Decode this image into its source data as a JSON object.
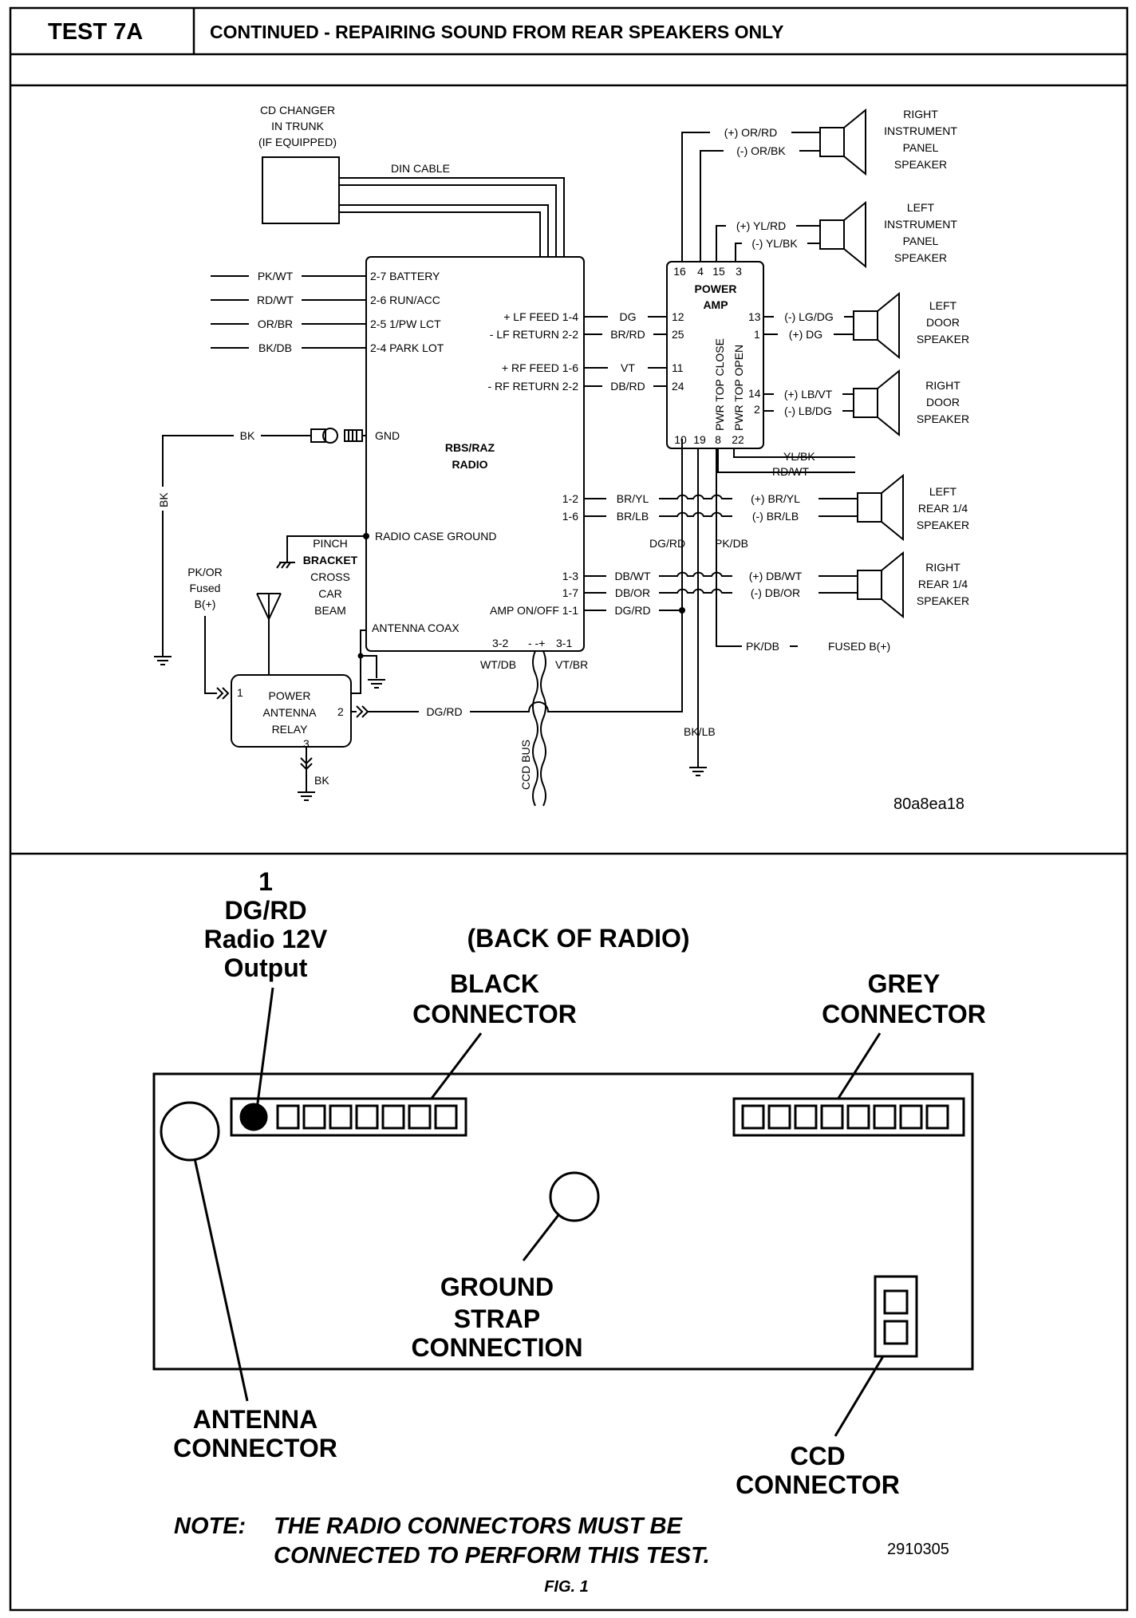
{
  "header": {
    "test_id": "TEST 7A",
    "title": "CONTINUED - REPAIRING SOUND FROM REAR SPEAKERS ONLY"
  },
  "wiring": {
    "cd_changer": [
      "CD CHANGER",
      "IN TRUNK",
      "(IF EQUIPPED)"
    ],
    "din_cable": "DIN CABLE",
    "radio_name": [
      "RBS/RAZ",
      "RADIO"
    ],
    "power_amp": [
      "POWER",
      "AMP"
    ],
    "amp_top_close": "PWR TOP CLOSE",
    "amp_top_open": "PWR TOP OPEN",
    "amp_top_pins": [
      "16",
      "4",
      "15",
      "3"
    ],
    "amp_bottom_pins": [
      "10",
      "19",
      "8",
      "22"
    ],
    "left_feeds": [
      {
        "wire": "PK/WT",
        "pin": "2-7 BATTERY"
      },
      {
        "wire": "RD/WT",
        "pin": "2-6 RUN/ACC"
      },
      {
        "wire": "OR/BR",
        "pin": "2-5 1/PW LCT"
      },
      {
        "wire": "BK/DB",
        "pin": "2-4 PARK LOT"
      }
    ],
    "gnd": {
      "wire": "BK",
      "pin": "GND",
      "vertical_wire": "BK"
    },
    "radio_case_ground": "RADIO CASE GROUND",
    "pinch_bracket": [
      "PINCH",
      "BRACKET",
      "CROSS",
      "CAR",
      "BEAM"
    ],
    "pk_or": [
      "PK/OR",
      "Fused",
      "B(+)"
    ],
    "antenna_coax": "ANTENNA COAX",
    "antenna_relay": [
      "POWER",
      "ANTENNA",
      "RELAY"
    ],
    "relay_pins": [
      "1",
      "2",
      "3"
    ],
    "relay_ground": "BK",
    "relay_wire": "DG/RD",
    "radio_outputs": [
      {
        "label": "+ LF FEED 1-4",
        "wire": "DG",
        "amp_pin": "12"
      },
      {
        "label": "- LF RETURN 2-2",
        "wire": "BR/RD",
        "amp_pin": "25"
      },
      {
        "label": "+ RF FEED 1-6",
        "wire": "VT",
        "amp_pin": "11"
      },
      {
        "label": "- RF RETURN 2-2",
        "wire": "DB/RD",
        "amp_pin": "24"
      }
    ],
    "rear_outputs": [
      {
        "pin": "1-2",
        "wire": "BR/YL"
      },
      {
        "pin": "1-6",
        "wire": "BR/LB"
      },
      {
        "pin": "1-3",
        "wire": "DB/WT"
      },
      {
        "pin": "1-7",
        "wire": "DB/OR"
      }
    ],
    "amp_on_off": {
      "label": "AMP ON/OFF 1-1",
      "wire": "DG/RD"
    },
    "bottom_pins": {
      "left": "3-2",
      "mid": "-  -+",
      "right": "3-1"
    },
    "bus_wires": [
      "WT/DB",
      "VT/BR"
    ],
    "ccd_bus": "CCD BUS",
    "dg_rd_label": "DG/RD",
    "pk_db_label": "PK/DB",
    "fused_b": {
      "wire": "PK/DB",
      "label": "FUSED B(+)"
    },
    "bk_lb": "BK/LB",
    "yl_bk": "YL/BK",
    "rd_wt": "RD/WT",
    "speakers": [
      {
        "name": [
          "RIGHT",
          "INSTRUMENT",
          "PANEL",
          "SPEAKER"
        ],
        "wire_pos": "(+) OR/RD",
        "wire_neg": "(-) OR/BK"
      },
      {
        "name": [
          "LEFT",
          "INSTRUMENT",
          "PANEL",
          "SPEAKER"
        ],
        "wire_pos": "(+) YL/RD",
        "wire_neg": "(-) YL/BK"
      },
      {
        "name": [
          "LEFT",
          "DOOR",
          "SPEAKER"
        ],
        "wire_pos": "(-) LG/DG",
        "wire_neg": "(+) DG",
        "pins": [
          "13",
          "1"
        ]
      },
      {
        "name": [
          "RIGHT",
          "DOOR",
          "SPEAKER"
        ],
        "wire_pos": "(+) LB/VT",
        "wire_neg": "(-) LB/DG",
        "pins": [
          "14",
          "2"
        ]
      },
      {
        "name": [
          "LEFT",
          "REAR 1/4",
          "SPEAKER"
        ],
        "wire_pos": "(+) BR/YL",
        "wire_neg": "(-) BR/LB"
      },
      {
        "name": [
          "RIGHT",
          "REAR 1/4",
          "SPEAKER"
        ],
        "wire_pos": "(+) DB/WT",
        "wire_neg": "(-) DB/OR"
      }
    ],
    "figure_id": "80a8ea18"
  },
  "radio_back": {
    "pin_callout": [
      "1",
      "DG/RD",
      "Radio 12V",
      "Output"
    ],
    "title": "(BACK OF RADIO)",
    "black_connector": [
      "BLACK",
      "CONNECTOR"
    ],
    "grey_connector": [
      "GREY",
      "CONNECTOR"
    ],
    "ground_strap": [
      "GROUND",
      "STRAP",
      "CONNECTION"
    ],
    "antenna_connector": [
      "ANTENNA",
      "CONNECTOR"
    ],
    "ccd_connector": [
      "CCD",
      "CONNECTOR"
    ],
    "note_label": "NOTE:",
    "note_lines": [
      "THE RADIO CONNECTORS MUST BE",
      "CONNECTED TO PERFORM THIS TEST."
    ],
    "figure_id": "2910305",
    "figure_caption": "FIG. 1"
  }
}
